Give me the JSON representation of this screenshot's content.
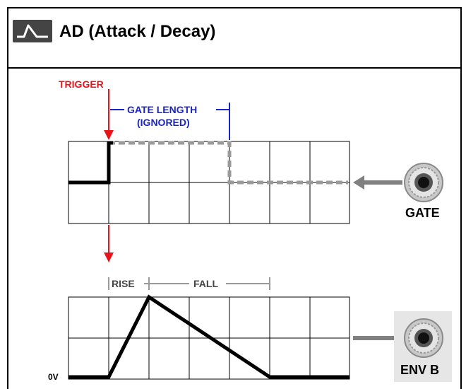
{
  "header": {
    "title": "AD (Attack / Decay)",
    "icon": "attack-decay-envelope-icon"
  },
  "labels": {
    "trigger_top": "TRIGGER",
    "gate_length": "GATE LENGTH",
    "gate_ignored": "(IGNORED)",
    "rise": "RISE",
    "fall": "FALL",
    "zero_volt": "0V"
  },
  "jacks": {
    "gate_label": "GATE",
    "env_label": "ENV B"
  },
  "colors": {
    "trigger": "#e8141b",
    "gate_length": "#1a24c8",
    "signal": "#000000",
    "dashed": "#9a9a9a",
    "grid": "#000000",
    "arrow": "#808080"
  }
}
